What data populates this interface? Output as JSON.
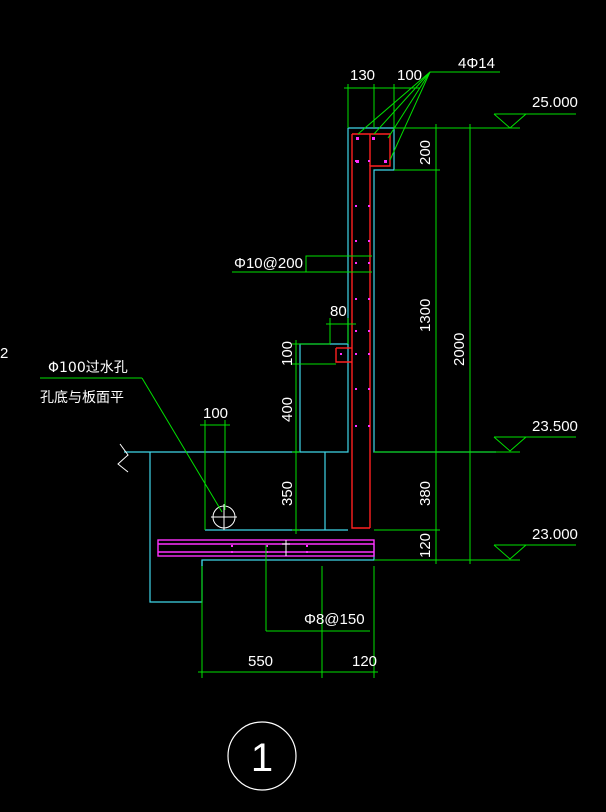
{
  "dimensions": {
    "d130": "130",
    "d100_top": "100",
    "d200": "200",
    "d1300": "1300",
    "d2000": "2000",
    "d80": "80",
    "d100_left": "100",
    "d400": "400",
    "d350": "350",
    "d380": "380",
    "d120_right": "120",
    "d100_hole": "100",
    "d550": "550",
    "d120_bottom": "120"
  },
  "elevations": {
    "e1": "25.000",
    "e2": "23.500",
    "e3": "23.000"
  },
  "rebar": {
    "top": "4Φ14",
    "wall": "Φ10@200",
    "base": "Φ8@150"
  },
  "notes": {
    "hole_line1": "Φ100过水孔",
    "hole_line2": "孔底与板面平",
    "edge_mark": "2"
  },
  "section_mark": "1"
}
